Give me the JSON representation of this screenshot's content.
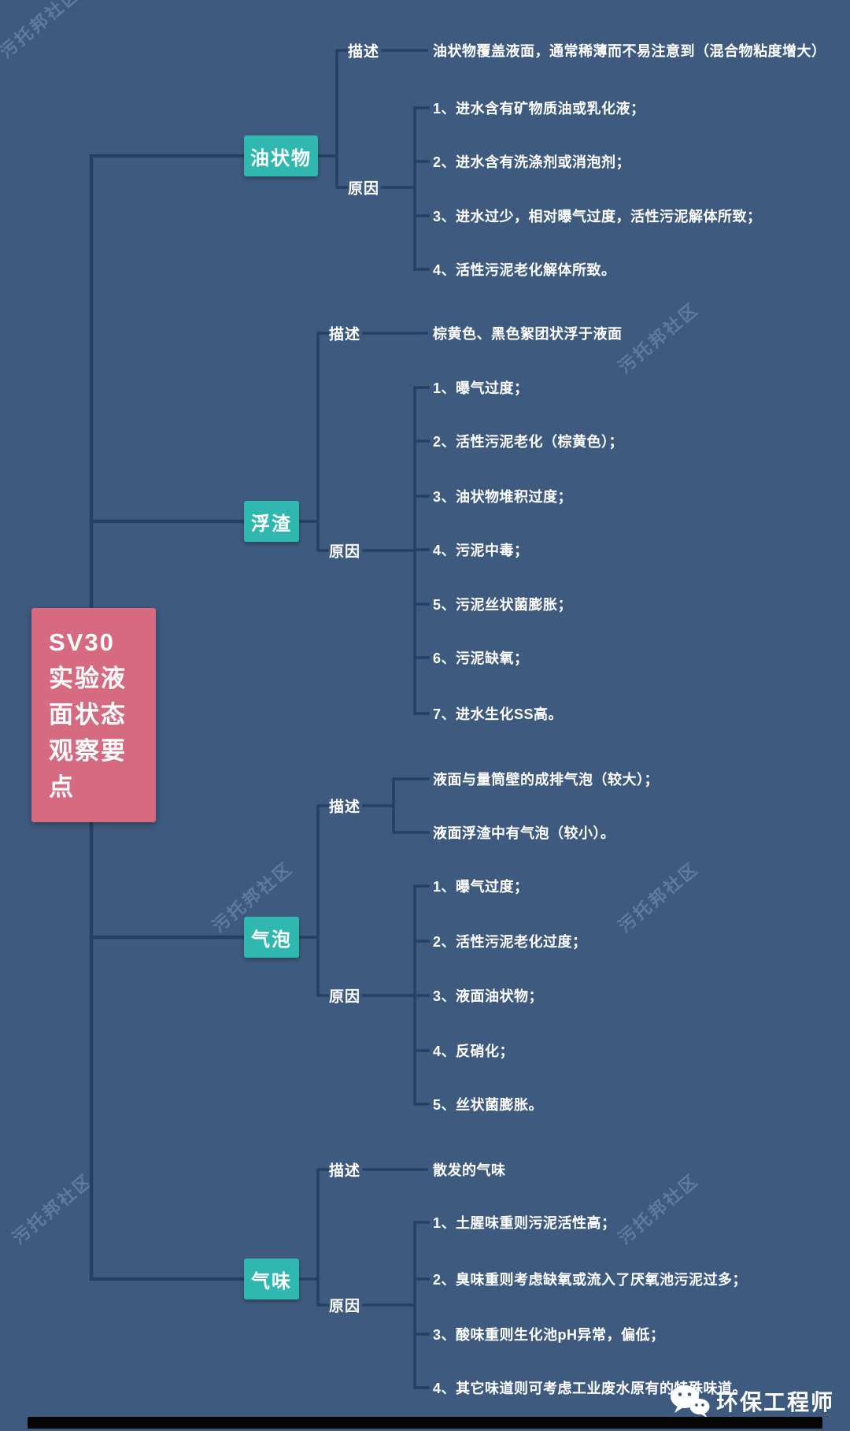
{
  "root": {
    "text": "SV30实验液面状态观察要点",
    "lines": [
      "SV30",
      "实验液",
      "面状态",
      "观察要",
      "点"
    ]
  },
  "labels": {
    "desc": "描述",
    "cause": "原因"
  },
  "branches": [
    {
      "name": "油状物",
      "desc_items": [
        "油状物覆盖液面，通常稀薄而不易注意到（混合物粘度增大）"
      ],
      "cause_items": [
        "1、进水含有矿物质油或乳化液；",
        "2、进水含有洗涤剂或消泡剂；",
        "3、进水过少，相对曝气过度，活性污泥解体所致；",
        "4、活性污泥老化解体所致。"
      ]
    },
    {
      "name": "浮渣",
      "desc_items": [
        "棕黄色、黑色絮团状浮于液面"
      ],
      "cause_items": [
        "1、曝气过度；",
        "2、活性污泥老化（棕黄色）；",
        "3、油状物堆积过度；",
        "4、污泥中毒；",
        "5、污泥丝状菌膨胀；",
        "6、污泥缺氧；",
        "7、进水生化SS高。"
      ]
    },
    {
      "name": "气泡",
      "desc_items": [
        "液面与量筒壁的成排气泡（较大）；",
        "液面浮渣中有气泡（较小）。"
      ],
      "cause_items": [
        "1、曝气过度；",
        "2、活性污泥老化过度；",
        "3、液面油状物；",
        "4、反硝化；",
        "5、丝状菌膨胀。"
      ]
    },
    {
      "name": "气味",
      "desc_items": [
        "散发的气味"
      ],
      "cause_items": [
        "1、土腥味重则污泥活性高；",
        "2、臭味重则考虑缺氧或流入了厌氧池污泥过多；",
        "3、酸味重则生化池pH异常，偏低；",
        "4、其它味道则可考虑工业废水原有的特殊味道。"
      ]
    }
  ],
  "watermark": {
    "text": "污托邦社区"
  },
  "footer": {
    "brand": "环保工程师",
    "icon": "wechat-chat-bubbles-icon"
  },
  "colors": {
    "background": "#3e5a7e",
    "branch": "#2fb7b0",
    "root": "#d56a80",
    "line": "#24415f",
    "text": "#ffffff"
  }
}
